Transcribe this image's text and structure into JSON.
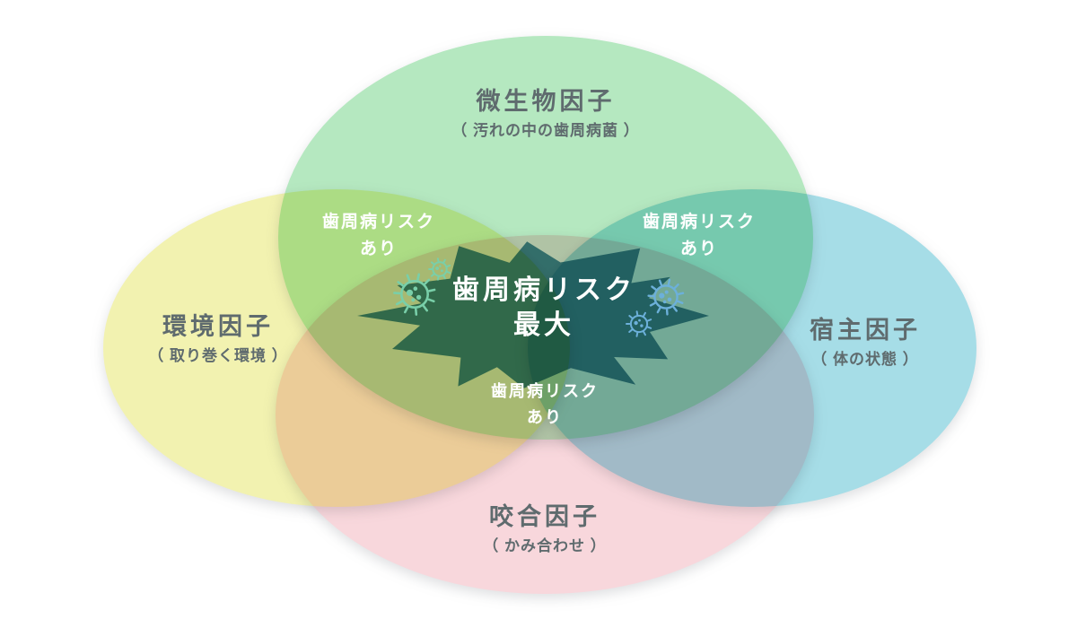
{
  "colors": {
    "background": "#ffffff",
    "microbial": "#b5e8c0",
    "environmental": "#f2f2b0",
    "host": "#a6dde7",
    "occlusal": "#f8d7dc",
    "burst": "#4a90a4",
    "label_text": "#5f6b6e",
    "overlap_text": "#ffffff",
    "germ_left": "#79cfa9",
    "germ_right": "#6cb0da"
  },
  "factors": [
    {
      "id": "microbial",
      "title": "微生物因子",
      "subtitle": "（ 汚れの中の歯周病菌 ）"
    },
    {
      "id": "environmental",
      "title": "環境因子",
      "subtitle": "（ 取り巻く環境 ）"
    },
    {
      "id": "host",
      "title": "宿主因子",
      "subtitle": "（ 体の状態 ）"
    },
    {
      "id": "occlusal",
      "title": "咬合因子",
      "subtitle": "（ かみ合わせ ）"
    }
  ],
  "overlaps": [
    {
      "region": "microbial-environmental",
      "line1": "歯周病リスク",
      "line2": "あり"
    },
    {
      "region": "microbial-host",
      "line1": "歯周病リスク",
      "line2": "あり"
    },
    {
      "region": "microbial-occlusal",
      "line1": "歯周病リスク",
      "line2": "あり"
    }
  ],
  "center": {
    "line1": "歯周病リスク",
    "line2": "最大"
  }
}
